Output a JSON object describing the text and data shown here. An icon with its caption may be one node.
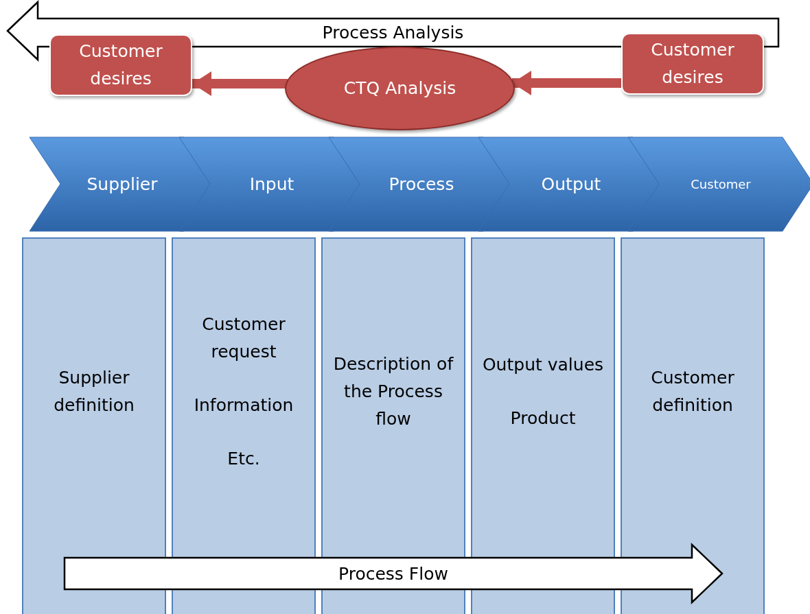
{
  "diagram": {
    "nodes": [
      {
        "text": [
          "Process Analysis"
        ]
      },
      {
        "text": [
          "Customer desires"
        ]
      },
      {
        "text": [
          "CTQ Analysis"
        ]
      },
      {
        "text": [
          "Customer desires"
        ]
      },
      {
        "text": [
          "Supplier"
        ]
      },
      {
        "text": [
          "Input"
        ]
      },
      {
        "text": [
          "Process"
        ]
      },
      {
        "text": [
          "Output"
        ]
      },
      {
        "text": [
          "Customer"
        ]
      },
      {
        "text": [
          "Supplier definition"
        ]
      },
      {
        "text": [
          "Customer request",
          "Information",
          "Etc."
        ]
      },
      {
        "text": [
          "Description of the Process flow"
        ]
      },
      {
        "text": [
          "Output values",
          "Product"
        ]
      },
      {
        "text": [
          "Customer definition"
        ]
      },
      {
        "text": [
          "Process Flow"
        ]
      }
    ],
    "edges": [
      {
        "from": 3,
        "to": 2,
        "arrow": "to"
      },
      {
        "from": 2,
        "to": 1,
        "arrow": "to"
      }
    ]
  }
}
